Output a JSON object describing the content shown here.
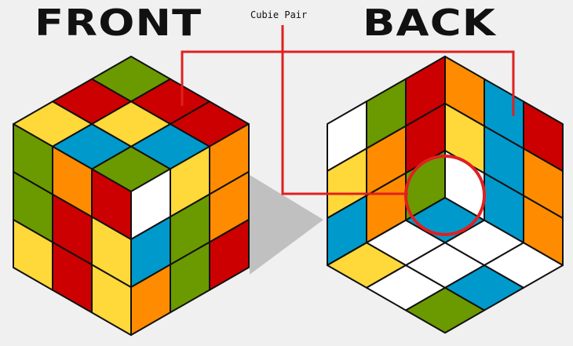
{
  "front_title": "FRONT",
  "back_title": "BACK",
  "annotation": "Cubie Pair",
  "colors": {
    "green": "#6a9a00",
    "red": "#cc0000",
    "yellow": "#ffd83a",
    "blue": "#0099cc",
    "orange": "#ff8c00",
    "white": "#ffffff",
    "highlight": "#e02020",
    "shadow": "#c0c0c0",
    "outline": "#111111"
  },
  "front": {
    "top": [
      [
        "green",
        "red",
        "red"
      ],
      [
        "red",
        "yellow",
        "blue"
      ],
      [
        "yellow",
        "blue",
        "green"
      ]
    ],
    "left": [
      [
        "green",
        "orange",
        "red"
      ],
      [
        "green",
        "red",
        "yellow"
      ],
      [
        "yellow",
        "red",
        "yellow"
      ]
    ],
    "right": [
      [
        "white",
        "yellow",
        "orange"
      ],
      [
        "blue",
        "green",
        "orange"
      ],
      [
        "orange",
        "green",
        "red"
      ]
    ]
  },
  "back": {
    "left_wall": [
      [
        "white",
        "green",
        "red"
      ],
      [
        "yellow",
        "orange",
        "red"
      ],
      [
        "blue",
        "orange",
        "green"
      ]
    ],
    "right_wall": [
      [
        "orange",
        "blue",
        "red"
      ],
      [
        "yellow",
        "blue",
        "orange"
      ],
      [
        "white",
        "blue",
        "orange"
      ]
    ],
    "floor": [
      [
        "blue",
        "white",
        "white"
      ],
      [
        "white",
        "white",
        "blue"
      ],
      [
        "yellow",
        "white",
        "green"
      ]
    ]
  }
}
